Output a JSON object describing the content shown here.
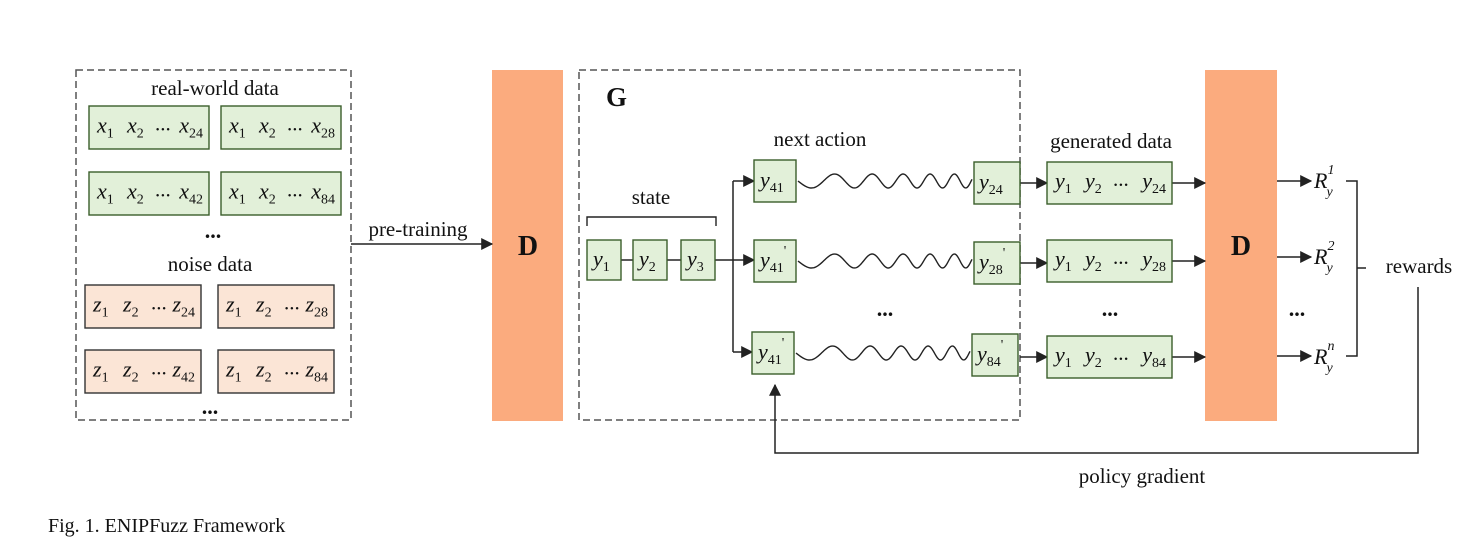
{
  "labels": {
    "real_world": "real-world data",
    "noise": "noise data",
    "pre_training": "pre-training",
    "generator": "G",
    "discriminator": "D",
    "state": "state",
    "next_action": "next action",
    "generated": "generated data",
    "rewards": "rewards",
    "policy_gradient": "policy gradient",
    "ellipsis": "...",
    "caption": "Fig. 1. ENIPFuzz Framework"
  },
  "real_world_seqs": [
    [
      {
        "v": "x",
        "s": "1"
      },
      {
        "v": "x",
        "s": "2"
      },
      {
        "v": "x",
        "s": "24"
      }
    ],
    [
      {
        "v": "x",
        "s": "1"
      },
      {
        "v": "x",
        "s": "2"
      },
      {
        "v": "x",
        "s": "28"
      }
    ],
    [
      {
        "v": "x",
        "s": "1"
      },
      {
        "v": "x",
        "s": "2"
      },
      {
        "v": "x",
        "s": "42"
      }
    ],
    [
      {
        "v": "x",
        "s": "1"
      },
      {
        "v": "x",
        "s": "2"
      },
      {
        "v": "x",
        "s": "84"
      }
    ]
  ],
  "noise_seqs": [
    [
      {
        "v": "z",
        "s": "1"
      },
      {
        "v": "z",
        "s": "2"
      },
      {
        "v": "z",
        "s": "24"
      }
    ],
    [
      {
        "v": "z",
        "s": "1"
      },
      {
        "v": "z",
        "s": "2"
      },
      {
        "v": "z",
        "s": "28"
      }
    ],
    [
      {
        "v": "z",
        "s": "1"
      },
      {
        "v": "z",
        "s": "2"
      },
      {
        "v": "z",
        "s": "42"
      }
    ],
    [
      {
        "v": "z",
        "s": "1"
      },
      {
        "v": "z",
        "s": "2"
      },
      {
        "v": "z",
        "s": "84"
      }
    ]
  ],
  "state_tokens": [
    {
      "v": "y",
      "s": "1"
    },
    {
      "v": "y",
      "s": "2"
    },
    {
      "v": "y",
      "s": "3"
    }
  ],
  "action_rows": [
    {
      "start": {
        "v": "y",
        "s": "41",
        "p": ""
      },
      "end": {
        "v": "y",
        "s": "24",
        "p": ""
      }
    },
    {
      "start": {
        "v": "y",
        "s": "41",
        "p": "'"
      },
      "end": {
        "v": "y",
        "s": "28",
        "p": "'"
      }
    },
    {
      "start": {
        "v": "y",
        "s": "41",
        "p": "'"
      },
      "end": {
        "v": "y",
        "s": "84",
        "p": "'"
      }
    }
  ],
  "generated_seqs": [
    [
      {
        "v": "y",
        "s": "1"
      },
      {
        "v": "y",
        "s": "2"
      },
      {
        "v": "y",
        "s": "24"
      }
    ],
    [
      {
        "v": "y",
        "s": "1"
      },
      {
        "v": "y",
        "s": "2"
      },
      {
        "v": "y",
        "s": "28"
      }
    ],
    [
      {
        "v": "y",
        "s": "1"
      },
      {
        "v": "y",
        "s": "2"
      },
      {
        "v": "y",
        "s": "84"
      }
    ]
  ],
  "reward_items": [
    {
      "v": "R",
      "s": "y",
      "p": "1"
    },
    {
      "v": "R",
      "s": "y",
      "p": "2"
    },
    {
      "v": "R",
      "s": "y",
      "p": "n"
    }
  ],
  "colors": {
    "discriminator": "#fbab7e",
    "real_box_fill": "#e2f0d9",
    "real_box_stroke": "#3b5e2b",
    "noise_box_fill": "#fbe5d6",
    "noise_box_stroke": "#333333",
    "line": "#222222"
  }
}
